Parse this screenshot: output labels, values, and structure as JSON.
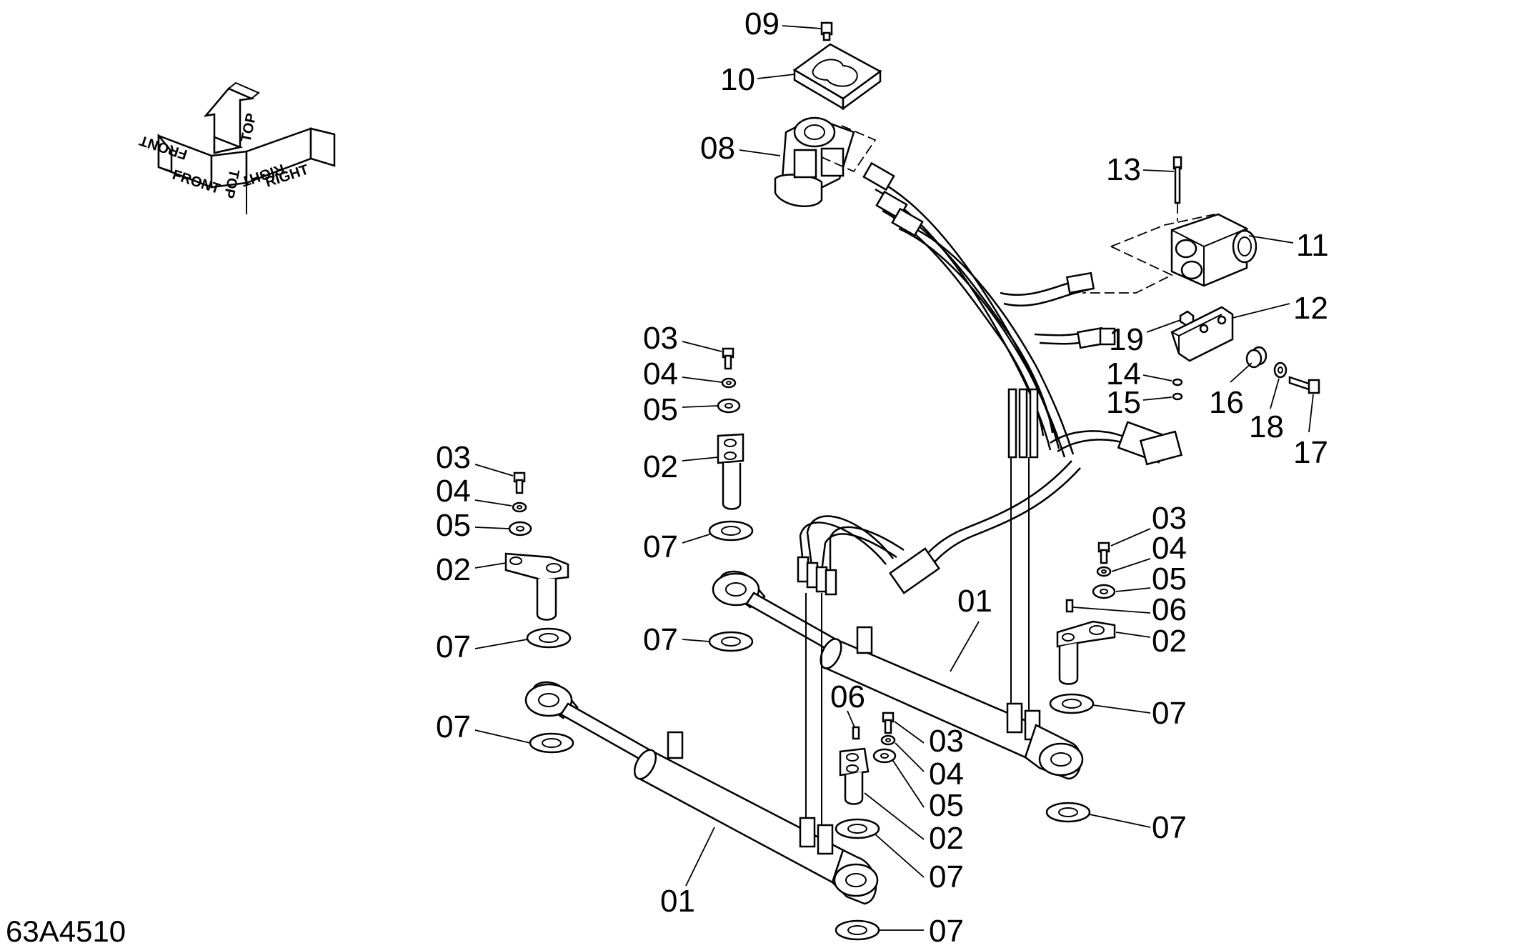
{
  "drawing_code": "63A4510",
  "orientation": {
    "front": "FRONT",
    "top": "TOP",
    "right": "RIGHT",
    "front_mirrored": "FRONT",
    "top_mirrored": "TOP",
    "right_mirrored": "RIGHT"
  },
  "callouts": {
    "c09": "09",
    "c10": "10",
    "c08": "08",
    "c13": "13",
    "c11": "11",
    "c12": "12",
    "c19": "19",
    "c14": "14",
    "c15": "15",
    "c16": "16",
    "c18": "18",
    "c17": "17",
    "mid_03": "03",
    "mid_04": "04",
    "mid_05": "05",
    "mid_02": "02",
    "mid_07a": "07",
    "mid_07b": "07",
    "left_03": "03",
    "left_04": "04",
    "left_05": "05",
    "left_02": "02",
    "left_07a": "07",
    "left_07b": "07",
    "right_03": "03",
    "right_04": "04",
    "right_05": "05",
    "right_06": "06",
    "right_02": "02",
    "right_07a": "07",
    "right_07b": "07",
    "right_01": "01",
    "bot_06": "06",
    "bot_03": "03",
    "bot_04": "04",
    "bot_05": "05",
    "bot_02": "02",
    "bot_07a": "07",
    "bot_07b": "07",
    "bot_01": "01"
  }
}
